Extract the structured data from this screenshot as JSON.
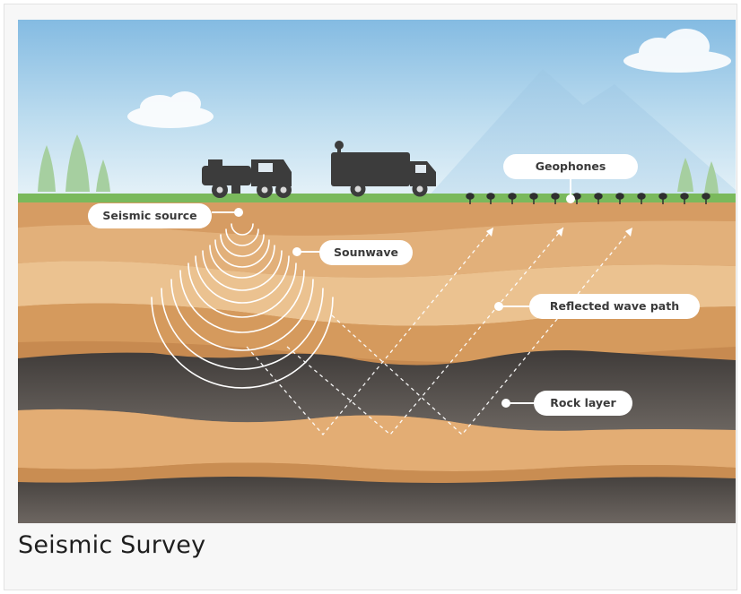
{
  "caption": "Seismic Survey",
  "labels": {
    "seismic_source": "Seismic source",
    "soundwave": "Sounwave",
    "geophones": "Geophones",
    "reflected_wave_path": "Reflected wave path",
    "rock_layer": "Rock layer"
  },
  "colors": {
    "sky_top": "#7fb7e0",
    "grass": "#79b85a",
    "soil_light": "#e3b27b",
    "soil_mid": "#c98d52",
    "rock": "#4c4845",
    "vehicle": "#3a3a3a"
  }
}
